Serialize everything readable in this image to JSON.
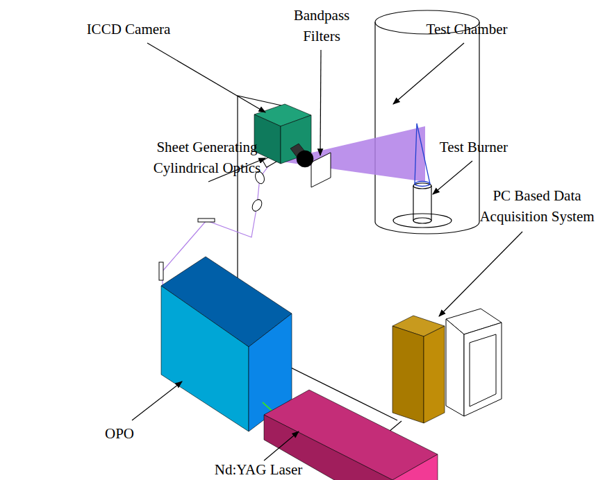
{
  "diagram": {
    "labels": [
      "ICCD Camera",
      "Bandpass Filters",
      "Test Chamber",
      "Sheet Generating Cylindrical Optics",
      "Test Burner",
      "PC Based Data Acquisition System",
      "OPO",
      "Nd:YAG Laser"
    ]
  }
}
